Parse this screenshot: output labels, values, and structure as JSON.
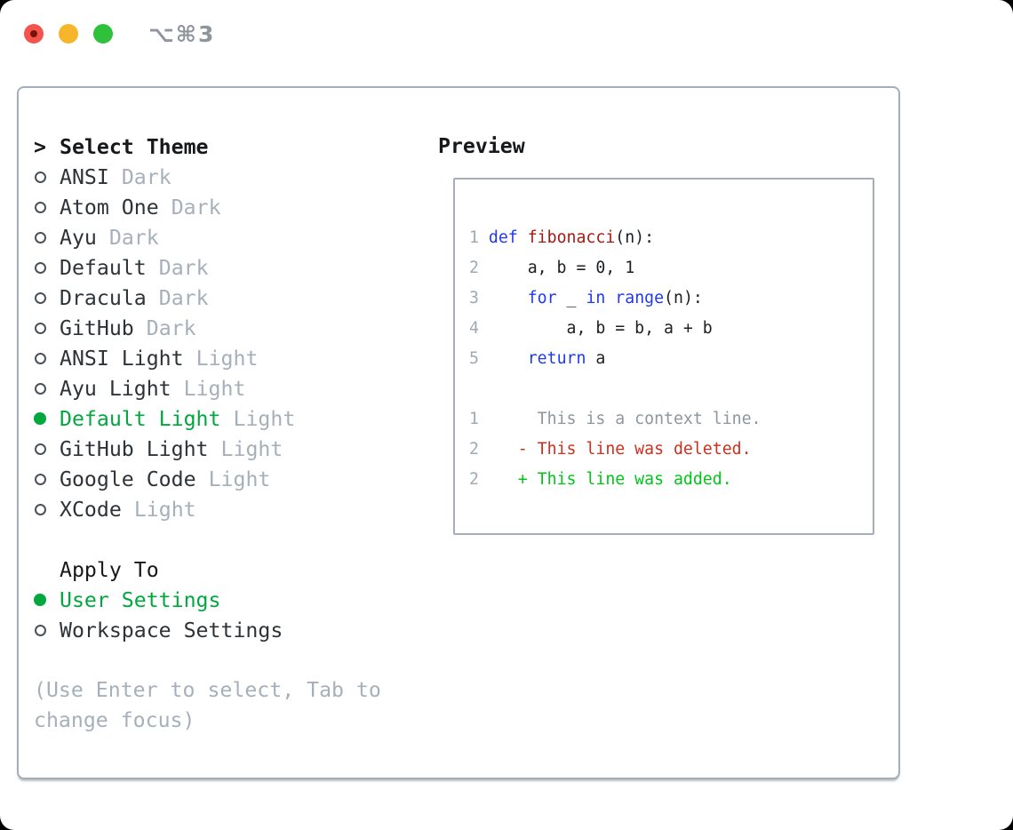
{
  "titlebar": {
    "title": "⌥⌘3",
    "buttons": [
      {
        "name": "close"
      },
      {
        "name": "minimize"
      },
      {
        "name": "zoom"
      }
    ]
  },
  "theme_select": {
    "prompt": ">",
    "heading": "Select Theme",
    "items": [
      {
        "name": "ANSI",
        "tag": "Dark",
        "selected": false
      },
      {
        "name": "Atom One",
        "tag": "Dark",
        "selected": false
      },
      {
        "name": "Ayu",
        "tag": "Dark",
        "selected": false
      },
      {
        "name": "Default",
        "tag": "Dark",
        "selected": false
      },
      {
        "name": "Dracula",
        "tag": "Dark",
        "selected": false
      },
      {
        "name": "GitHub",
        "tag": "Dark",
        "selected": false
      },
      {
        "name": "ANSI Light",
        "tag": "Light",
        "selected": false
      },
      {
        "name": "Ayu Light",
        "tag": "Light",
        "selected": false
      },
      {
        "name": "Default Light",
        "tag": "Light",
        "selected": true
      },
      {
        "name": "GitHub Light",
        "tag": "Light",
        "selected": false
      },
      {
        "name": "Google Code",
        "tag": "Light",
        "selected": false
      },
      {
        "name": "XCode",
        "tag": "Light",
        "selected": false
      }
    ]
  },
  "apply_to": {
    "heading": "Apply To",
    "options": [
      {
        "name": "User Settings",
        "selected": true
      },
      {
        "name": "Workspace Settings",
        "selected": false
      }
    ]
  },
  "help_text": "(Use Enter to select, Tab to change focus)",
  "preview": {
    "heading": "Preview",
    "code_lines": [
      {
        "num": "1",
        "segments": [
          {
            "t": "def",
            "c": "kw"
          },
          {
            "t": " ",
            "c": "code"
          },
          {
            "t": "fibonacci",
            "c": "fn"
          },
          {
            "t": "(n):",
            "c": "code"
          }
        ]
      },
      {
        "num": "2",
        "segments": [
          {
            "t": "    a, b = 0, 1",
            "c": "code"
          }
        ]
      },
      {
        "num": "3",
        "segments": [
          {
            "t": "    ",
            "c": "code"
          },
          {
            "t": "for",
            "c": "kw"
          },
          {
            "t": " _ ",
            "c": "code"
          },
          {
            "t": "in",
            "c": "kw"
          },
          {
            "t": " ",
            "c": "code"
          },
          {
            "t": "range",
            "c": "kw"
          },
          {
            "t": "(n):",
            "c": "code"
          }
        ]
      },
      {
        "num": "4",
        "segments": [
          {
            "t": "        a, b = b, a + b",
            "c": "code"
          }
        ]
      },
      {
        "num": "5",
        "segments": [
          {
            "t": "    ",
            "c": "code"
          },
          {
            "t": "return",
            "c": "kw"
          },
          {
            "t": " a",
            "c": "code"
          }
        ]
      }
    ],
    "diff_lines": [
      {
        "num": "1",
        "marker": " ",
        "text": "This is a context line.",
        "kind": "ctx"
      },
      {
        "num": "2",
        "marker": "-",
        "text": "This line was deleted.",
        "kind": "del"
      },
      {
        "num": "2",
        "marker": "+",
        "text": "This line was added.",
        "kind": "add"
      }
    ]
  },
  "colors": {
    "accent-green": "#00a83e",
    "added-green": "#00c618",
    "deleted-red": "#d12f1d",
    "keyword-blue": "#1e3af0",
    "function-red": "#a51912",
    "muted-gray": "#a6b0bb",
    "border-gray": "#a4aeba",
    "traffic-red": "#f4544c",
    "traffic-yellow": "#f7b62a",
    "traffic-green": "#30c13c"
  }
}
